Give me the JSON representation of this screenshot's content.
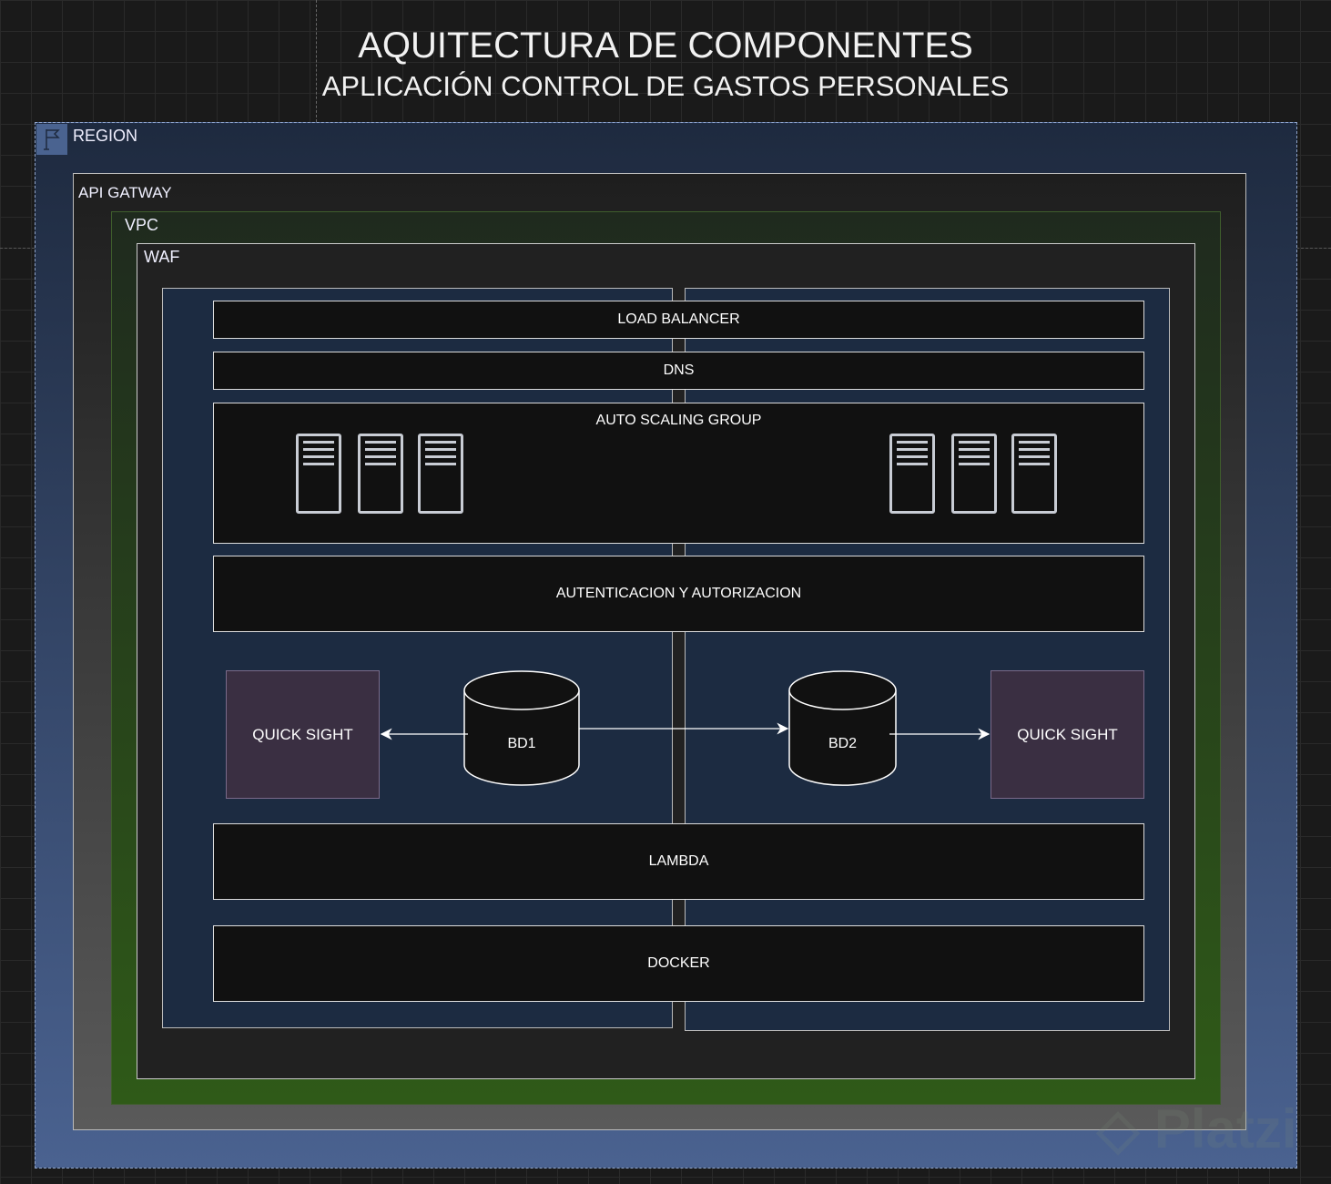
{
  "title": "AQUITECTURA DE COMPONENTES",
  "subtitle": "APLICACIÓN CONTROL DE GASTOS PERSONALES",
  "containers": {
    "region": "REGION",
    "api_gateway": "API GATWAY",
    "vpc": "VPC",
    "waf": "WAF"
  },
  "components": {
    "load_balancer": "LOAD BALANCER",
    "dns": "DNS",
    "auto_scaling_group": "AUTO SCALING GROUP",
    "auth": "AUTENTICACION Y AUTORIZACION",
    "lambda": "LAMBDA",
    "docker": "DOCKER",
    "quick_sight_left": "QUICK SIGHT",
    "quick_sight_right": "QUICK SIGHT",
    "bd1": "BD1",
    "bd2": "BD2"
  },
  "icons": {
    "region": "flag-icon",
    "server": "server-icon"
  },
  "watermark": "Platzi"
}
